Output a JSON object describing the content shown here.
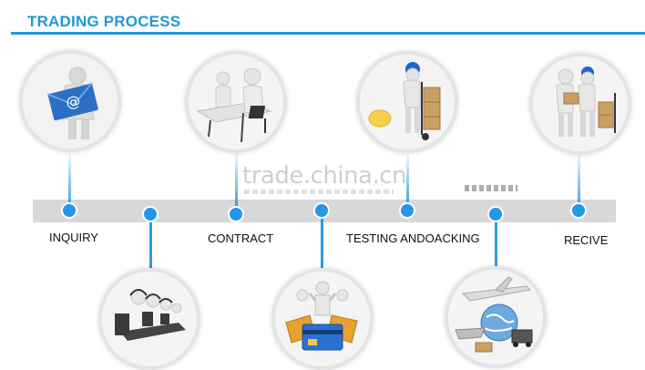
{
  "title": "TRADING PROCESS",
  "watermark": "trade.china.cn",
  "steps": [
    {
      "label": "INQUIRY",
      "icon": "email-envelope-icon"
    },
    {
      "label": "",
      "icon": "call-center-icon"
    },
    {
      "label": "CONTRACT",
      "icon": "meeting-table-icon"
    },
    {
      "label": "",
      "icon": "payment-card-icon"
    },
    {
      "label": "TESTING ANDOACKING",
      "icon": "delivery-hand-truck-icon"
    },
    {
      "label": "",
      "icon": "shipping-globe-plane-icon"
    },
    {
      "label": "RECIVE",
      "icon": "package-receive-icon"
    }
  ],
  "colors": {
    "accent": "#1f98d8",
    "dot": "#2596e8",
    "band": "#d8d8d8",
    "envelope": "#2d6fc4"
  }
}
